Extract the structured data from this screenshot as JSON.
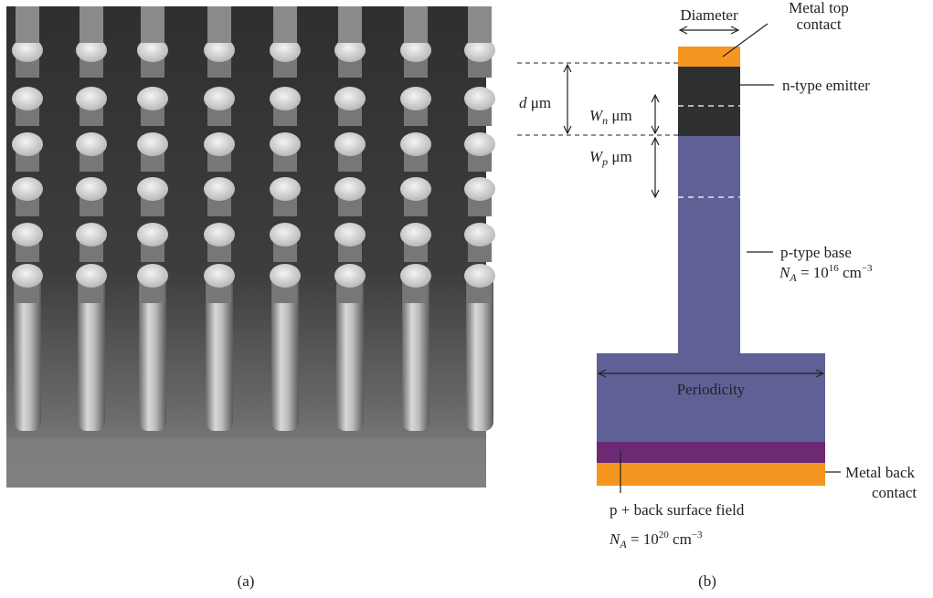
{
  "panel_a": {
    "caption": "(a)"
  },
  "panel_b": {
    "caption": "(b)",
    "diameter_label": "Diameter",
    "top_contact_label_line1": "Metal top",
    "top_contact_label_line2": "contact",
    "emitter_label": "n-type emitter",
    "d_label_var": "d",
    "d_label_unit": " μm",
    "wn_label_var": "W",
    "wn_label_sub": "n",
    "wn_label_unit": " μm",
    "wp_label_var": "W",
    "wp_label_sub": "p",
    "wp_label_unit": " μm",
    "base_label": "p-type base",
    "base_doping_var": "N",
    "base_doping_sub": "A",
    "base_doping_eq": " = 10",
    "base_doping_exp": "16",
    "base_doping_unit": " cm",
    "base_doping_unit_exp": "−3",
    "periodicity_label": "Periodicity",
    "bsf_label": "p + back surface field",
    "bsf_doping_var": "N",
    "bsf_doping_sub": "A",
    "bsf_doping_eq": " = 10",
    "bsf_doping_exp": "20",
    "bsf_doping_unit": " cm",
    "bsf_doping_unit_exp": "−3",
    "back_contact_label_line1": "Metal back",
    "back_contact_label_line2": "contact"
  },
  "colors": {
    "metal": "#f4961f",
    "emitter": "#2d302f",
    "base": "#5f6096",
    "bsf": "#6c2a74",
    "sem_background": "#3a3a3a"
  }
}
